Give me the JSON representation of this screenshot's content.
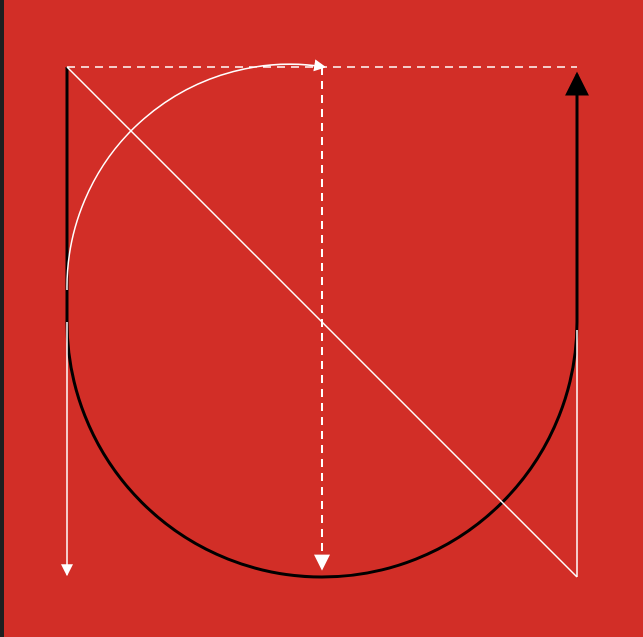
{
  "diagram": {
    "background_color": "#D22E27",
    "frame_color": "#1F1F1F",
    "primary_stroke": "#000000",
    "secondary_stroke": "#FFFFFF",
    "elements": [
      "black-u-path",
      "white-quarter-arc",
      "white-diagonal-line",
      "white-dashed-top-line",
      "white-dashed-center-vertical",
      "white-left-downward-arrow",
      "white-right-vertical-line"
    ]
  }
}
